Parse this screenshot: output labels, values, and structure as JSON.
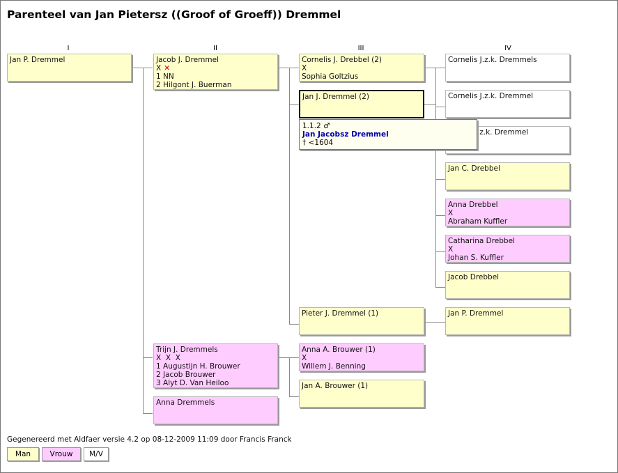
{
  "title": "Parenteel van Jan Pietersz ((Groof of Groeff)) Dremmel",
  "generations": [
    "I",
    "II",
    "III",
    "IV"
  ],
  "persons": {
    "jan_p_dremmel_1": [
      "Jan P. Dremmel"
    ],
    "jacob_j_dremmel": [
      "Jacob J. Dremmel",
      "X",
      "1 NN",
      "2 Hilgont J. Buerman"
    ],
    "cornelis_j_drebbel": [
      "Cornelis J. Drebbel (2)",
      "X",
      "Sophia Goltzius"
    ],
    "jan_j_dremmel": [
      "Jan J. Dremmel (2)"
    ],
    "cornelis_jzk_dremmels": [
      "Cornelis J.z.k. Dremmels"
    ],
    "cornelis_jzk_dremmel": [
      "Cornelis J.z.k. Dremmel"
    ],
    "jzk_dremmel_3": [
      "s J.z.k. Dremmel"
    ],
    "jan_c_drebbel": [
      "Jan C. Drebbel"
    ],
    "anna_drebbel": [
      "Anna Drebbel",
      "X",
      "Abraham Kuffler"
    ],
    "catharina_drebbel": [
      "Catharina Drebbel",
      "X",
      "Johan S. Kuffler"
    ],
    "jacob_drebbel": [
      "Jacob Drebbel"
    ],
    "pieter_j_dremmel": [
      "Pieter J. Dremmel (1)"
    ],
    "jan_p_dremmel_2": [
      "Jan P. Dremmel"
    ],
    "trijn_j_dremmels": [
      "Trijn J. Dremmels",
      "X  X  X",
      "1 Augustijn H. Brouwer",
      "2 Jacob Brouwer",
      "3 Alyt D. Van Heiloo"
    ],
    "anna_a_brouwer": [
      "Anna A. Brouwer (1)",
      "X",
      "Willem J. Benning"
    ],
    "jan_a_brouwer": [
      "Jan A. Brouwer (1)"
    ],
    "anna_dremmels": [
      "Anna Dremmels"
    ]
  },
  "jacob_marriage_mark": "✕",
  "popup": {
    "line1": "1.1.2 ♂",
    "name": "Jan Jacobsz Dremmel",
    "death": "† <1604"
  },
  "footer": "Gegenereerd met Aldfaer versie 4.2 op 08-12-2009 11:09 door Francis Franck",
  "legend": {
    "man": "Man",
    "woman": "Vrouw",
    "unknown": "M/V"
  },
  "colors": {
    "man": "#ffffcc",
    "woman": "#ffccff",
    "unknown": "#ffffff",
    "popup_name": "#0000aa",
    "marriage_mark": "#cc0000"
  }
}
